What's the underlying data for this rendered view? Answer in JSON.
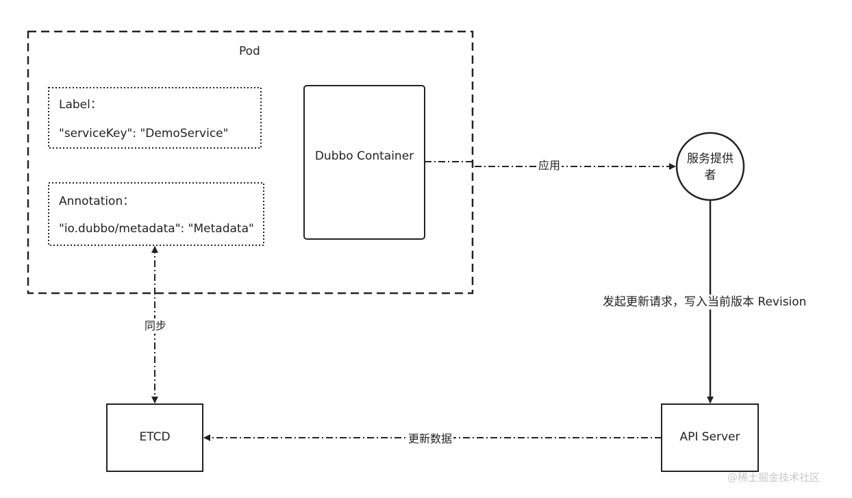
{
  "pod": {
    "title": "Pod",
    "label_box": {
      "key": "Label：",
      "value": "\"serviceKey\": \"DemoService\""
    },
    "annotation_box": {
      "key": "Annotation：",
      "value": "\"io.dubbo/metadata\": \"Metadata\""
    },
    "container": {
      "name": "Dubbo Container"
    }
  },
  "provider": {
    "name": "服务提供者"
  },
  "etcd": {
    "name": "ETCD"
  },
  "api_server": {
    "name": "API Server"
  },
  "edges": {
    "apply": "应用",
    "sync": "同步",
    "update_request": "发起更新请求，写入当前版本 Revision",
    "update_data": "更新数据"
  },
  "watermark": "@稀土掘金技术社区",
  "colors": {
    "line": "#222222",
    "background": "#ffffff",
    "watermark": "#c8c8c8"
  }
}
